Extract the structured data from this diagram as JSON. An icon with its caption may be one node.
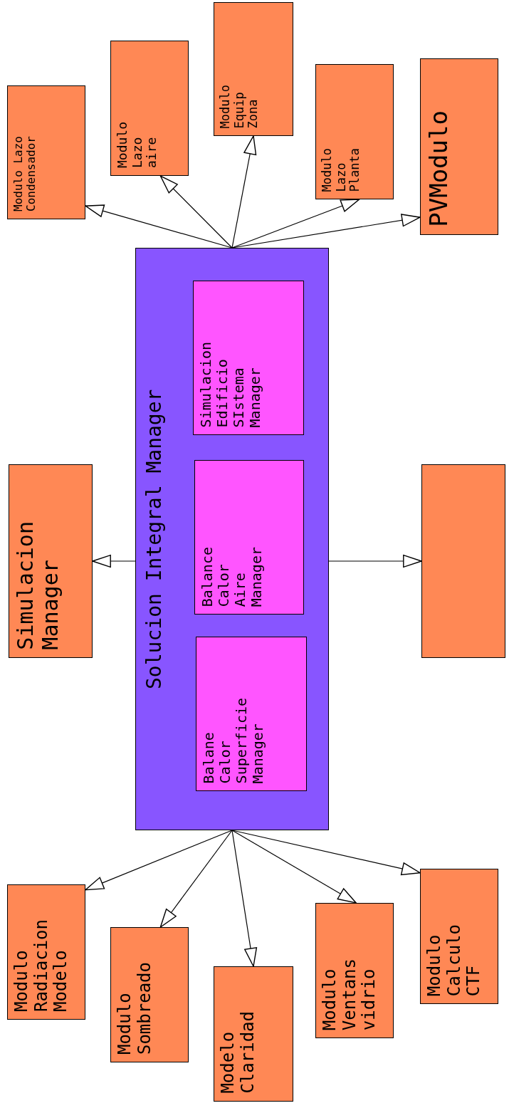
{
  "diagram": {
    "nodes": [
      {
        "text": [
          "Solucion Integral Manager"
        ]
      },
      {
        "text": [
          "Simulacion Edificio SIstema Manager"
        ],
        "in": 0
      },
      {
        "text": [
          "Balance Calor Aire Manager"
        ],
        "in": 0
      },
      {
        "text": [
          "Balane Calor Superficie Manager"
        ],
        "in": 0
      },
      {
        "text": [
          "Modulo Lazo Condensador"
        ]
      },
      {
        "text": [
          "Modulo Lazo aire"
        ]
      },
      {
        "text": [
          "Modulo Equip Zona"
        ]
      },
      {
        "text": [
          "Modulo Lazo Planta"
        ]
      },
      {
        "text": [
          "PVModulo"
        ]
      },
      {
        "text": [
          "Simulacion Manager"
        ]
      },
      {
        "text": [],
        "shape": "box"
      },
      {
        "text": [
          "Modulo Radiacion Modelo"
        ]
      },
      {
        "text": [
          "Modulo Sombreado"
        ]
      },
      {
        "text": [
          "Modelo Claridad"
        ]
      },
      {
        "text": [
          "Modulo Ventans vidrio"
        ]
      },
      {
        "text": [
          "Modulo Calculo CTF"
        ]
      }
    ],
    "edges": [
      {
        "from": 0,
        "to": 4,
        "arrow": "to"
      },
      {
        "from": 0,
        "to": 5,
        "arrow": "to"
      },
      {
        "from": 0,
        "to": 6,
        "arrow": "to"
      },
      {
        "from": 0,
        "to": 7,
        "arrow": "to"
      },
      {
        "from": 0,
        "to": 8,
        "arrow": "to"
      },
      {
        "from": 0,
        "to": 9,
        "arrow": "to"
      },
      {
        "from": 0,
        "to": 10,
        "arrow": "to"
      },
      {
        "from": 0,
        "to": 11,
        "arrow": "to"
      },
      {
        "from": 0,
        "to": 12,
        "arrow": "to"
      },
      {
        "from": 0,
        "to": 13,
        "arrow": "to"
      },
      {
        "from": 0,
        "to": 14,
        "arrow": "to"
      },
      {
        "from": 0,
        "to": 15,
        "arrow": "to"
      }
    ]
  }
}
